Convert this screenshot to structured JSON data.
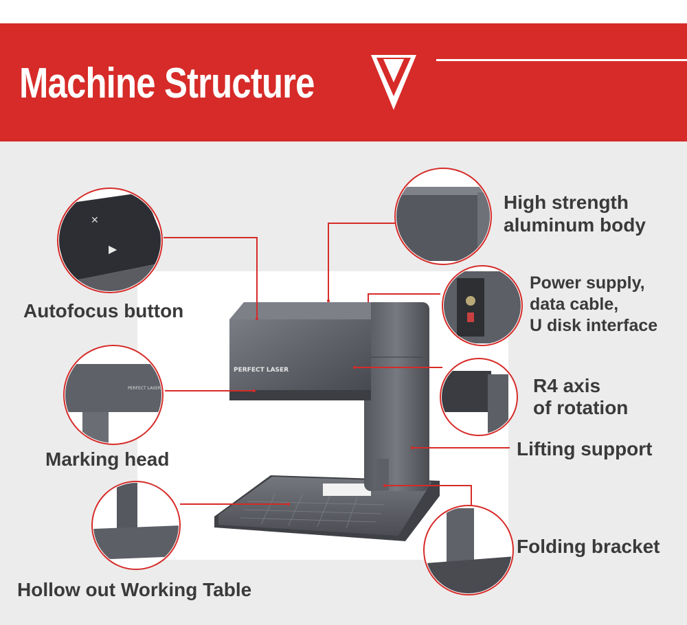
{
  "banner": {
    "title": "Machine Structure",
    "color": "#d62b28"
  },
  "product": {
    "brand_text": "PERFECT LASER"
  },
  "features": [
    {
      "id": "autofocus",
      "label": "Autofocus button"
    },
    {
      "id": "body",
      "label_lines": [
        "High strength",
        "aluminum body"
      ]
    },
    {
      "id": "ports",
      "label_lines": [
        "Power supply,",
        "data cable,",
        "U disk interface"
      ]
    },
    {
      "id": "head",
      "label": "Marking head"
    },
    {
      "id": "rotation",
      "label_lines": [
        "R4 axis",
        "of rotation"
      ]
    },
    {
      "id": "lifting",
      "label": "Lifting support"
    },
    {
      "id": "table",
      "label": "Hollow out Working Table"
    },
    {
      "id": "bracket",
      "label": "Folding bracket"
    }
  ],
  "colors": {
    "accent": "#d62b28",
    "background": "#ececec",
    "label_text": "#3a3a3a",
    "machine_dark": "#4a4c52",
    "machine_mid": "#6b6e75"
  }
}
